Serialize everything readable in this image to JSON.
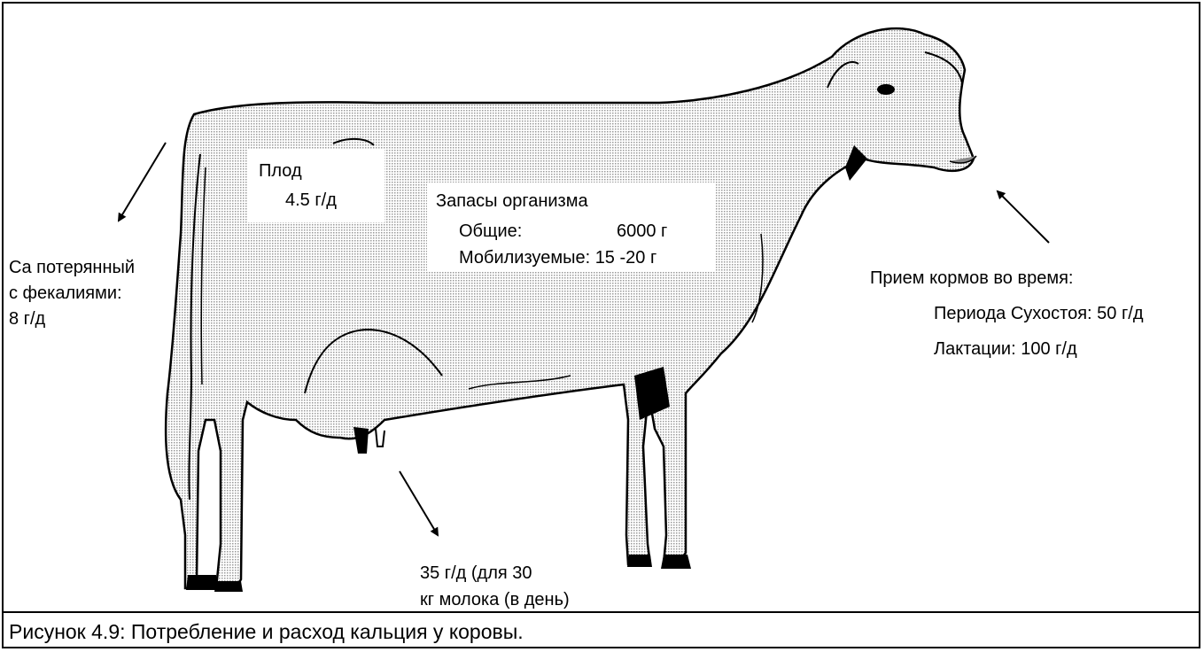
{
  "diagram": {
    "subject": "cow",
    "fetus": {
      "title": "Плод",
      "value": "4.5 г/д"
    },
    "reserves": {
      "title": "Запасы организма",
      "total_label": "Общие:",
      "total_value": "6000 г",
      "mobilizable_label": "Мобилизуемые:",
      "mobilizable_value": "15 -20 г"
    },
    "feces": {
      "line1": "Ca потерянный",
      "line2": "с фекалиями:",
      "line3": "8 г/д"
    },
    "milk": {
      "line1": "35 г/д (для 30",
      "line2": "кг молока (в день)"
    },
    "intake": {
      "title": "Прием кормов во время:",
      "dry_period": "Периода Сухостоя: 50 г/д",
      "lactation": "Лактации:  100 г/д"
    }
  },
  "caption": "Рисунок 4.9:  Потребление и расход кальция у коровы.",
  "colors": {
    "ink": "#000000",
    "fill_pattern": "#b5b5b5",
    "background": "#ffffff"
  }
}
